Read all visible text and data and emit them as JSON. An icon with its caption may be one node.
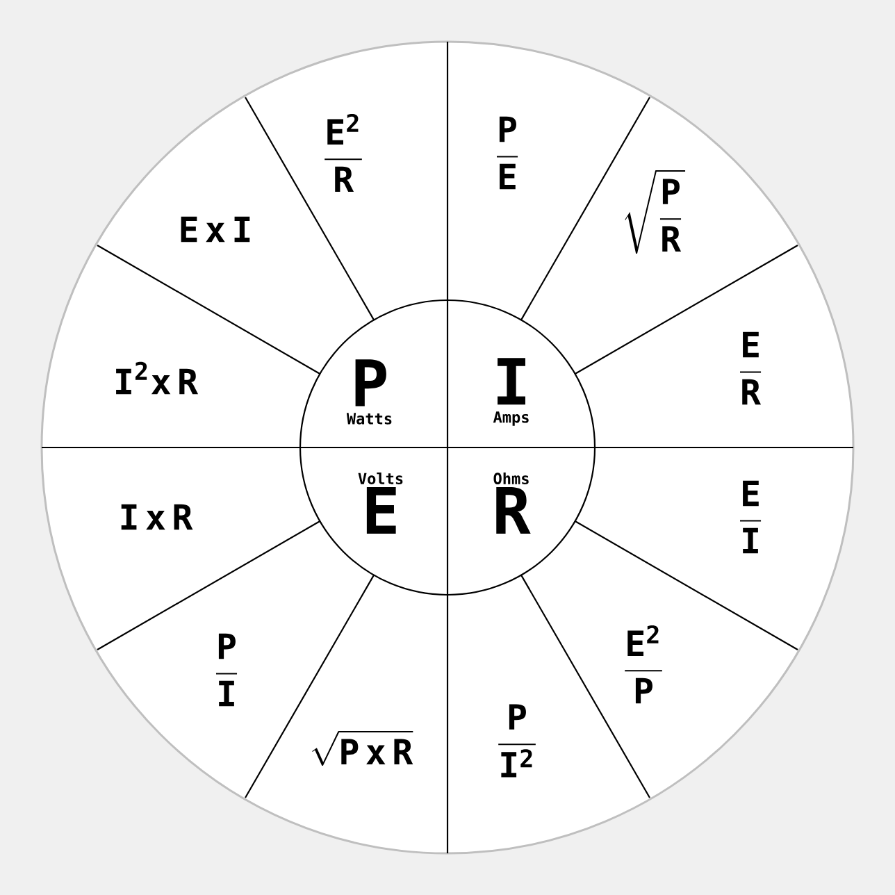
{
  "diagram": {
    "nodes": [
      {
        "text": [
          "\\frac{\\mathbf{E}^{\\mathbf{2}}}{\\mathbf{R}}"
        ]
      },
      {
        "text": [
          "\\frac{\\mathbf{P}}{\\mathbf{E}}"
        ]
      },
      {
        "text": [
          "\\mathbf{E}\\,\\mathbf{x}\\,\\mathbf{I}"
        ]
      },
      {
        "text": [
          "\\sqrt{\\frac{\\mathbf{P}}{\\mathbf{R}}}"
        ]
      },
      {
        "text": [
          "\\mathbf{I}^{\\mathbf{2}}\\mathbf{x}\\,\\mathbf{R}"
        ]
      },
      {
        "text": [
          "\\frac{\\mathbf{E}}{\\mathbf{R}}"
        ]
      },
      {
        "text": [
          "\\mathbf{I}\\,\\mathbf{x}\\,\\mathbf{R}"
        ]
      },
      {
        "text": [
          "\\frac{\\mathbf{E}}{\\mathbf{I}}"
        ]
      },
      {
        "text": [
          "\\frac{\\mathbf{P}}{\\mathbf{I}}"
        ]
      },
      {
        "text": [
          "\\frac{\\mathbf{E}^{\\mathbf{2}}}{\\mathbf{P}}"
        ]
      },
      {
        "text": [
          "\\sqrt{\\mathbf{P}\\,\\mathbf{x}\\,\\mathbf{R}}"
        ]
      },
      {
        "text": [
          "\\frac{\\mathbf{P}}{\\mathbf{I}^{\\mathbf{2}}}"
        ]
      },
      {
        "text": [
          "P",
          "Watts"
        ]
      },
      {
        "text": [
          "I",
          "Amps"
        ]
      },
      {
        "text": [
          "Volts",
          "E"
        ]
      },
      {
        "text": [
          "Ohms",
          "R"
        ]
      }
    ]
  }
}
